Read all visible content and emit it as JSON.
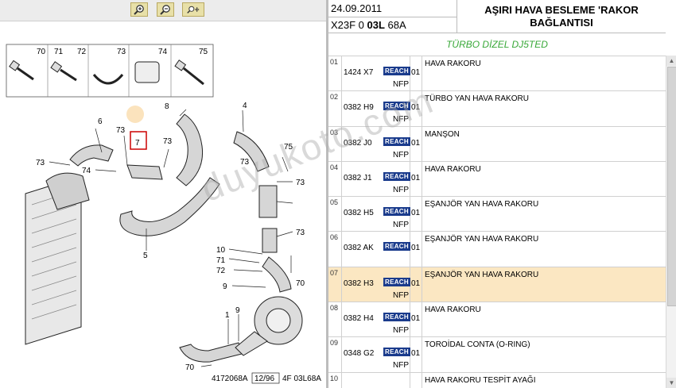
{
  "toolbar": {
    "zoom_in_icon": "zoom-in-icon",
    "zoom_out_icon": "zoom-out-icon",
    "zoom_fit_icon": "zoom-fit-icon"
  },
  "diagram": {
    "fastener_labels": [
      "70",
      "71",
      "72",
      "73",
      "74",
      "75"
    ],
    "callouts": [
      "8",
      "4",
      "6",
      "73",
      "7",
      "73",
      "73",
      "74",
      "75",
      "73",
      "73",
      "73",
      "5",
      "10",
      "71",
      "72",
      "9",
      "70",
      "9",
      "1",
      "70"
    ],
    "footer_ref": "4172068A",
    "footer_date": "12/96",
    "footer_code": "4F 03L68A",
    "highlighted_callout": "7"
  },
  "header": {
    "date": "24.09.2011",
    "code_prefix": "X23F 0 ",
    "code_bold": "03L",
    "code_suffix": " 68A",
    "title_line1": "AŞIRI HAVA BESLEME 'RAKOR",
    "title_line2": "BAĞLANTISI",
    "subtitle": "TÜRBO DİZEL DJ5TED"
  },
  "badge_text": "REACH",
  "nfp_text": "NFP",
  "parts": [
    {
      "no": "01",
      "part": "1424 X7",
      "qty": "01",
      "desc": "HAVA RAKORU",
      "nfp": true
    },
    {
      "no": "02",
      "part": "0382 H9",
      "qty": "01",
      "desc": "TÜRBO YAN HAVA RAKORU",
      "nfp": true
    },
    {
      "no": "03",
      "part": "0382 J0",
      "qty": "01",
      "desc": "MANŞON",
      "nfp": true
    },
    {
      "no": "04",
      "part": "0382 J1",
      "qty": "01",
      "desc": "HAVA RAKORU",
      "nfp": true
    },
    {
      "no": "05",
      "part": "0382 H5",
      "qty": "01",
      "desc": "EŞANJÖR YAN HAVA RAKORU",
      "nfp": true
    },
    {
      "no": "06",
      "part": "0382 AK",
      "qty": "01",
      "desc": "EŞANJÖR YAN HAVA RAKORU",
      "nfp": false
    },
    {
      "no": "07",
      "part": "0382 H3",
      "qty": "01",
      "desc": "EŞANJÖR YAN HAVA RAKORU",
      "nfp": true,
      "selected": true
    },
    {
      "no": "08",
      "part": "0382 H4",
      "qty": "01",
      "desc": "HAVA RAKORU",
      "nfp": true
    },
    {
      "no": "09",
      "part": "0348 G2",
      "qty": "01",
      "desc": "TOROİDAL CONTA (O-RING)",
      "nfp": true
    },
    {
      "no": "10",
      "part": "",
      "qty": "",
      "desc": "HAVA RAKORU TESPİT AYAĞI",
      "nfp": false
    }
  ],
  "watermark": "duyukoto.com",
  "colors": {
    "selected_row": "#fbe7c2",
    "reach_badge": "#1a3b8c",
    "subtitle": "#38a838",
    "highlight_box": "#cc0000"
  }
}
